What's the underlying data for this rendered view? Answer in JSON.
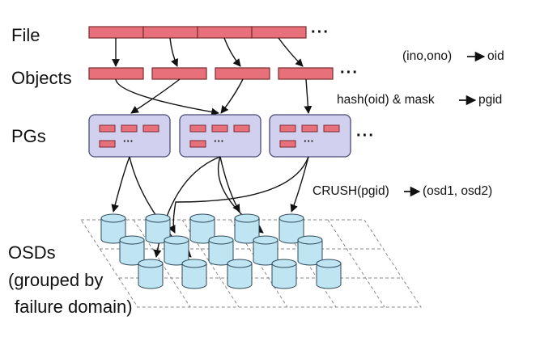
{
  "labels": {
    "file": "File",
    "objects": "Objects",
    "pgs": "PGs",
    "osds": "OSDs",
    "osds_line2": "(grouped by",
    "osds_line3": "failure domain)"
  },
  "annotations": {
    "ino_ono": "(ino,ono)",
    "oid": "oid",
    "hash": "hash(oid) & mask",
    "pgid": "pgid",
    "crush": "CRUSH(pgid)",
    "osd_pair": "(osd1, osd2)"
  },
  "ellipsis": "···",
  "small_ellipsis": "···",
  "colors": {
    "block_fill": "#e8707a",
    "block_stroke": "#7a2a30",
    "pg_fill": "#d2d0ef",
    "pg_stroke": "#4a4a78",
    "disk_fill": "#bfe4f2",
    "disk_stroke": "#2f4a5a",
    "line": "#111111",
    "grid": "#8a8a8a"
  }
}
